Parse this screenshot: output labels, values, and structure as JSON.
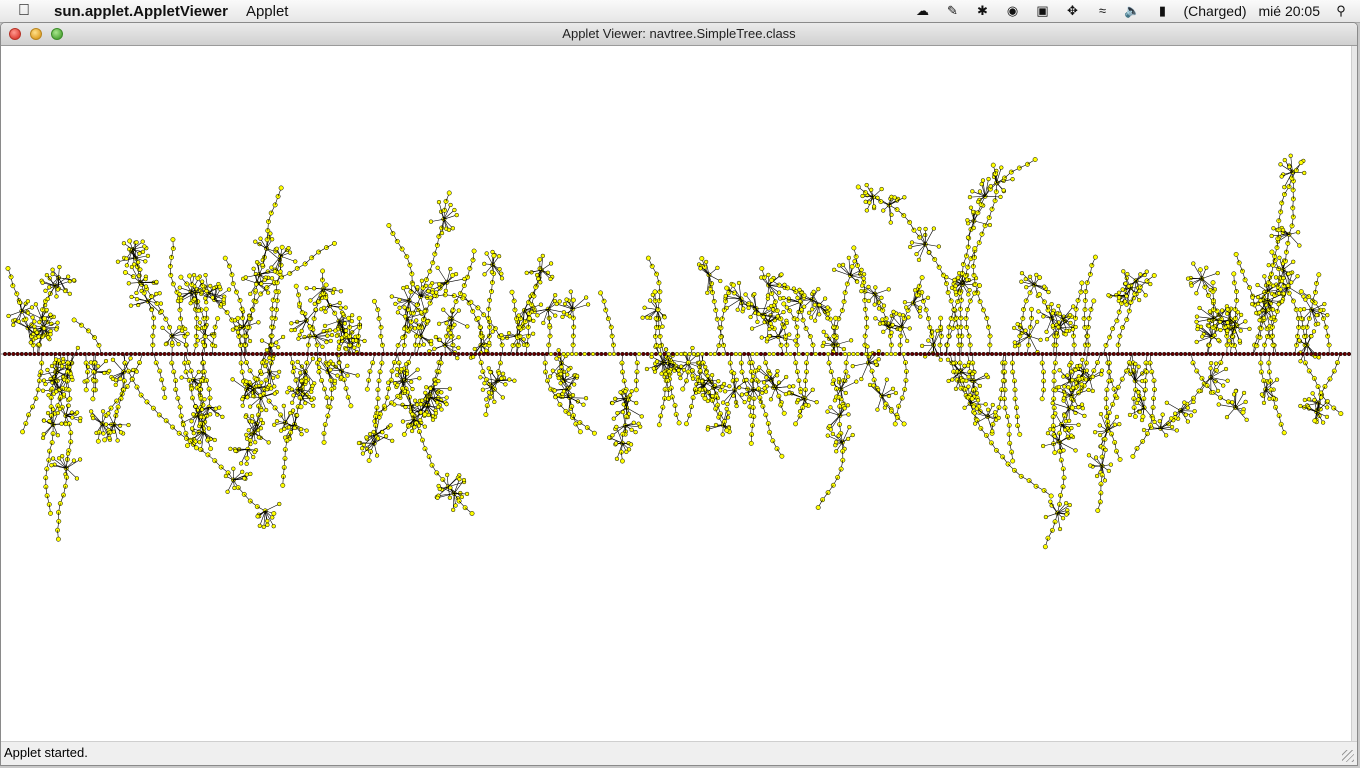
{
  "menubar": {
    "apple_icon": "apple-icon",
    "app_name": "sun.applet.AppletViewer",
    "menus": [
      "Applet"
    ],
    "battery_status": "(Charged)",
    "clock": "mié 20:05",
    "tray_icons": [
      "cloud-icon",
      "pen-icon",
      "bluetooth-icon",
      "evernote-icon",
      "display-icon",
      "move-icon",
      "wifi-icon",
      "volume-icon",
      "battery-icon",
      "search-icon"
    ]
  },
  "window": {
    "title": "Applet Viewer: navtree.SimpleTree.class",
    "status": "Applet started."
  },
  "tree": {
    "node_color": "#ffff00",
    "spine_color": "#6b0000",
    "edge_color": "#000000"
  }
}
